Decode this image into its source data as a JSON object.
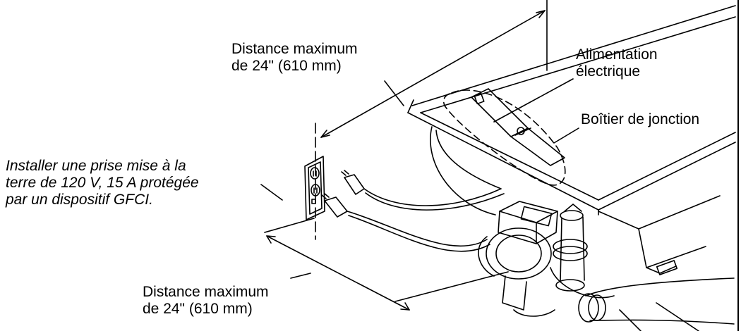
{
  "colors": {
    "ink": "#000000",
    "background": "#ffffff"
  },
  "labels": {
    "distance_top": {
      "line1": "Distance maximum",
      "line2": "de 24\" (610 mm)"
    },
    "power_supply": {
      "line1": "Alimentation",
      "line2": "électrique"
    },
    "junction_box": {
      "line1": "Boîtier de jonction"
    },
    "outlet_note": {
      "line1": "Installer une prise mise à la",
      "line2": "terre de 120 V, 15 A protégée",
      "line3": "par un dispositif GFCI."
    },
    "distance_bottom": {
      "line1": "Distance maximum",
      "line2": "de 24\" (610 mm)"
    }
  }
}
